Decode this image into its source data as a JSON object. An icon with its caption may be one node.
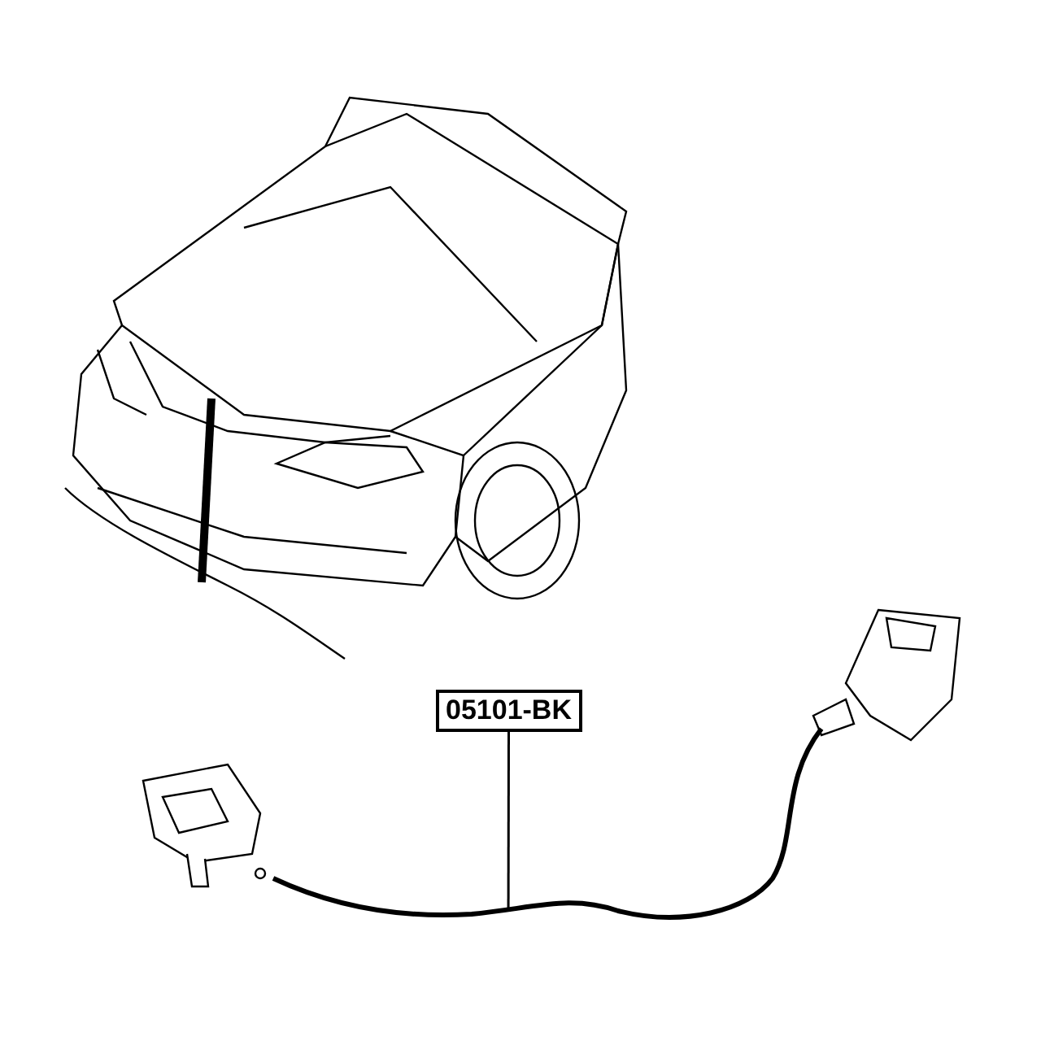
{
  "diagram": {
    "nodes": [
      {
        "text": [
          "05101-BK"
        ]
      },
      {
        "text": [],
        "shape": "picture"
      }
    ],
    "edges": [
      {
        "from": 0,
        "to": 1,
        "arrow": "none"
      }
    ]
  }
}
